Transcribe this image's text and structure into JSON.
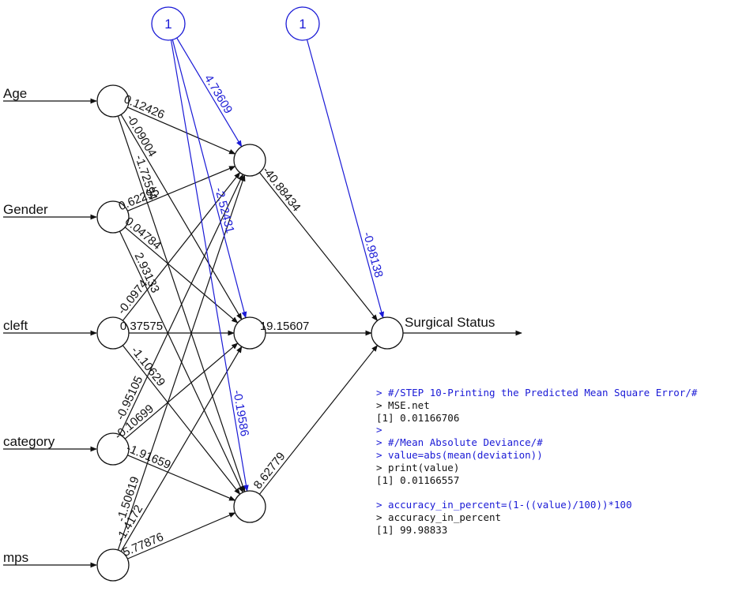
{
  "colors": {
    "black": "#111111",
    "bias": "#1a1ad6"
  },
  "network": {
    "inputs": [
      "Age",
      "Gender",
      "cleft",
      "category",
      "mps"
    ],
    "output_label": "Surgical Status",
    "bias_labels": [
      "1",
      "1"
    ],
    "hidden_count": 3,
    "input_weights": [
      [
        "0.12426",
        "-0.09004",
        "-1.72594"
      ],
      [
        "0.62295",
        "0.04784",
        "2.93133"
      ],
      [
        "-0.0974",
        "0.37575",
        "-1.10629"
      ],
      [
        "-0.95105",
        "-0.10699",
        "-1.91659"
      ],
      [
        "-1.50619",
        "-1.4172",
        "5.77876"
      ]
    ],
    "hidden_bias_weights": [
      "4.73609",
      "-2.52431",
      "-0.19586"
    ],
    "hidden_output_weights": [
      "-40.88434",
      "19.15607",
      "8.62779"
    ],
    "output_bias_weight": "-0.98138"
  },
  "console": {
    "lines": [
      {
        "text": "> #/STEP 10-Printing the Predicted Mean Square Error/#",
        "kind": "cmd"
      },
      {
        "text": "> MSE.net",
        "kind": "plain"
      },
      {
        "text": "[1] 0.01166706",
        "kind": "plain"
      },
      {
        "text": ">",
        "kind": "cmd"
      },
      {
        "text": "> #/Mean Absolute Deviance/#",
        "kind": "cmd"
      },
      {
        "text": "> value=abs(mean(deviation))",
        "kind": "cmd"
      },
      {
        "text": "> print(value)",
        "kind": "plain"
      },
      {
        "text": "[1] 0.01166557",
        "kind": "plain"
      },
      {
        "text": "",
        "kind": "gap"
      },
      {
        "text": "> accuracy_in_percent=(1-((value)/100))*100",
        "kind": "cmd"
      },
      {
        "text": "> accuracy_in_percent",
        "kind": "plain"
      },
      {
        "text": "[1] 99.98833",
        "kind": "plain"
      }
    ]
  }
}
